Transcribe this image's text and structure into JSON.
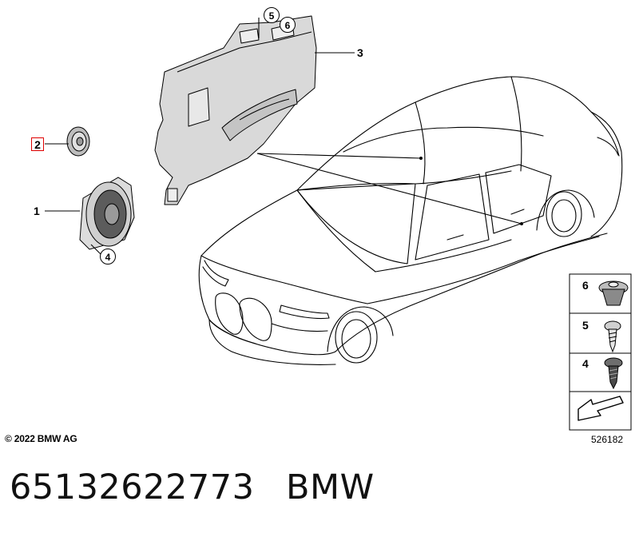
{
  "callouts": {
    "c1": "1",
    "c2": "2",
    "c3": "3",
    "c4": "4",
    "c5": "5",
    "c6": "6"
  },
  "legend": {
    "items": [
      {
        "label": "6",
        "icon": "clip-nut-icon"
      },
      {
        "label": "5",
        "icon": "screw-icon"
      },
      {
        "label": "4",
        "icon": "hex-screw-icon"
      }
    ],
    "arrow_icon": "arrow-icon"
  },
  "copyright": "© 2022 BMW AG",
  "diagram_number": "526182",
  "caption": {
    "part_number": "65132622773",
    "brand": "BMW"
  },
  "colors": {
    "highlight_box": "#e00000",
    "part_fill": "#d9d9d9",
    "line": "#000000"
  }
}
